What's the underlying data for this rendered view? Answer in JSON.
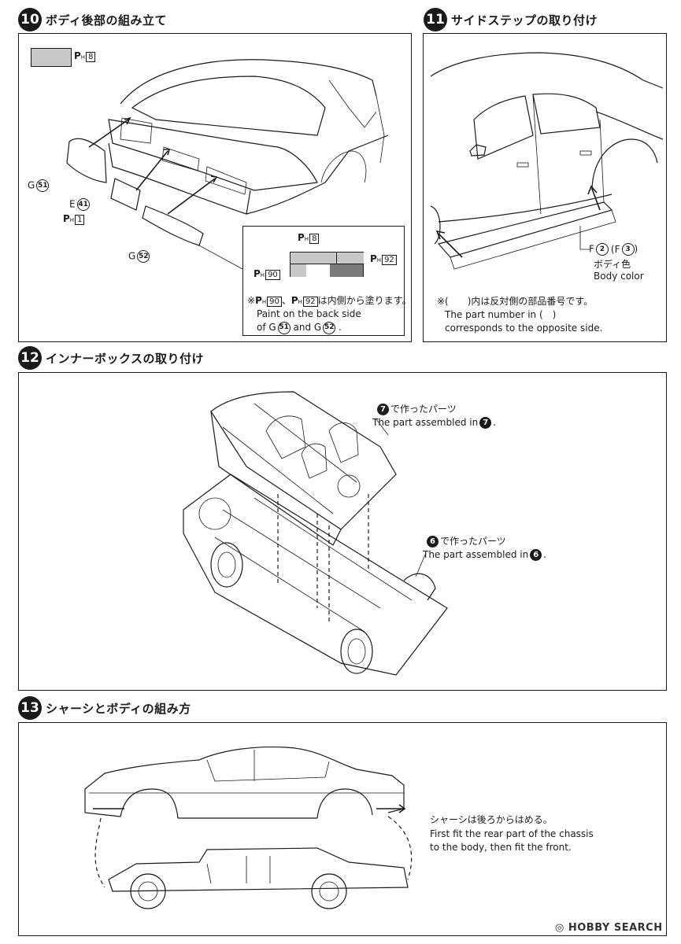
{
  "step10": {
    "num": "10",
    "title": "ボディ後部の組み立て",
    "swatch_color": "#c8c8c8",
    "paint_top": "8",
    "part_g51_prefix": "G",
    "part_g51_num": "51",
    "part_e41_prefix": "E",
    "part_e41_num": "41",
    "part_e41_paint": "1",
    "part_g52_prefix": "G",
    "part_g52_num": "52",
    "inset_paint_top": "8",
    "inset_paint_right": "92",
    "inset_paint_left": "90",
    "note_jp_prefix": "※",
    "note_jp_paint1": "90",
    "note_jp_sep": "、",
    "note_jp_paint2": "92",
    "note_jp_suffix": "は内側から塗ります。",
    "note_en_line1": "Paint on the back side",
    "note_en_line2_a": "of G",
    "note_en_num1": "51",
    "note_en_line2_b": "and G",
    "note_en_num2": "52",
    "note_en_end": "."
  },
  "step11": {
    "num": "11",
    "title": "サイドステップの取り付け",
    "part_prefix": "F",
    "part_num": "2",
    "part_alt_open": "(F",
    "part_alt_num": "3",
    "part_alt_close": ")",
    "body_color_jp": "ボディ色",
    "body_color_en": "Body color",
    "note_jp": "※(　　)内は反対側の部品番号です。",
    "note_en_1": "The part number in (　)",
    "note_en_2": "corresponds to the opposite side."
  },
  "step12": {
    "num": "12",
    "title": "インナーボックスの取り付け",
    "callout7_num": "7",
    "callout7_jp": "で作ったパーツ",
    "callout7_en": "The part assembled in",
    "callout7_en_num": "7",
    "callout6_num": "6",
    "callout6_jp": "で作ったパーツ",
    "callout6_en": "The part assembled in",
    "callout6_en_num": "6"
  },
  "step13": {
    "num": "13",
    "title": "シャーシとボディの組み方",
    "note_jp": "シャーシは後ろからはめる。",
    "note_en_1": "First fit the rear part of the chassis",
    "note_en_2": "to the body, then fit the front."
  },
  "watermark": {
    "brand": "HOBBY SEARCH"
  },
  "icons": {
    "paint": "ph-paint-icon",
    "arrow": "assembly-arrow-icon"
  }
}
